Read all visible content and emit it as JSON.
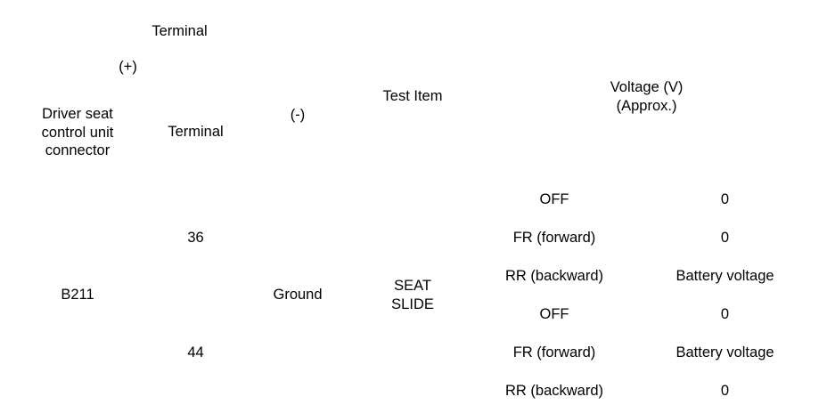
{
  "table": {
    "caption_group": "Terminal",
    "headers": {
      "terminal_group": "Terminal",
      "positive": "(+)",
      "connector": "Driver seat\ncontrol unit\nconnector",
      "terminal": "Terminal",
      "negative": "(-)",
      "test_item": "Test Item",
      "voltage": "Voltage (V)\n(Approx.)"
    },
    "body": {
      "connector_value": "B211",
      "ground_value": "Ground",
      "test_item_value": "SEAT\nSLIDE",
      "terminal_groups": [
        {
          "terminal": "36",
          "rows": [
            {
              "condition": "OFF",
              "voltage": "0"
            },
            {
              "condition": "FR (forward)",
              "voltage": "0"
            },
            {
              "condition": "RR (backward)",
              "voltage": "Battery voltage"
            }
          ]
        },
        {
          "terminal": "44",
          "rows": [
            {
              "condition": "OFF",
              "voltage": "0"
            },
            {
              "condition": "FR (forward)",
              "voltage": "Battery voltage"
            },
            {
              "condition": "RR (backward)",
              "voltage": "0"
            }
          ]
        }
      ]
    }
  },
  "colors": {
    "rule": "#000000",
    "background": "#ffffff",
    "text": "#000000"
  }
}
